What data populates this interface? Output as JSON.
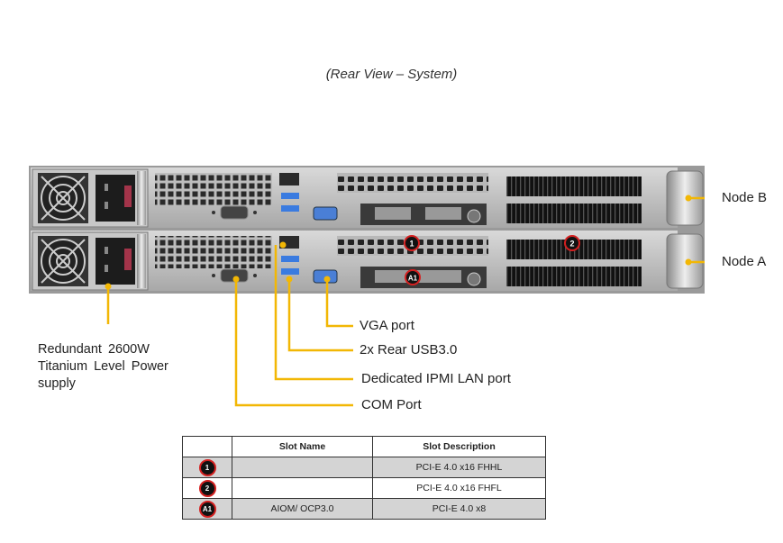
{
  "figure": {
    "subtitle": "(Rear View – System)"
  },
  "callouts": {
    "node_b": "Node B",
    "node_a": "Node A",
    "vga": "VGA port",
    "usb": "2x Rear USB3.0",
    "ipmi": "Dedicated IPMI  LAN port",
    "com": "COM Port",
    "psu_lines": [
      "Redundant  2600W",
      "Titanium  Level Power",
      "supply"
    ]
  },
  "markers": {
    "slot1": "1",
    "slot2": "2",
    "slotA1": "A1"
  },
  "colors": {
    "callout_line": "#f2b705",
    "marker_ring": "#d42020",
    "marker_fill": "#111111",
    "row_shade": "#d4d4d4"
  },
  "table": {
    "headers": [
      "",
      "Slot Name",
      "Slot Description"
    ],
    "rows": [
      {
        "badge": "1",
        "name": "",
        "description": "PCI-E 4.0 x16 FHHL"
      },
      {
        "badge": "2",
        "name": "",
        "description": "PCI-E 4.0 x16 FHFL"
      },
      {
        "badge": "A1",
        "name": "AIOM/ OCP3.0",
        "description": "PCI-E 4.0 x8"
      }
    ]
  }
}
